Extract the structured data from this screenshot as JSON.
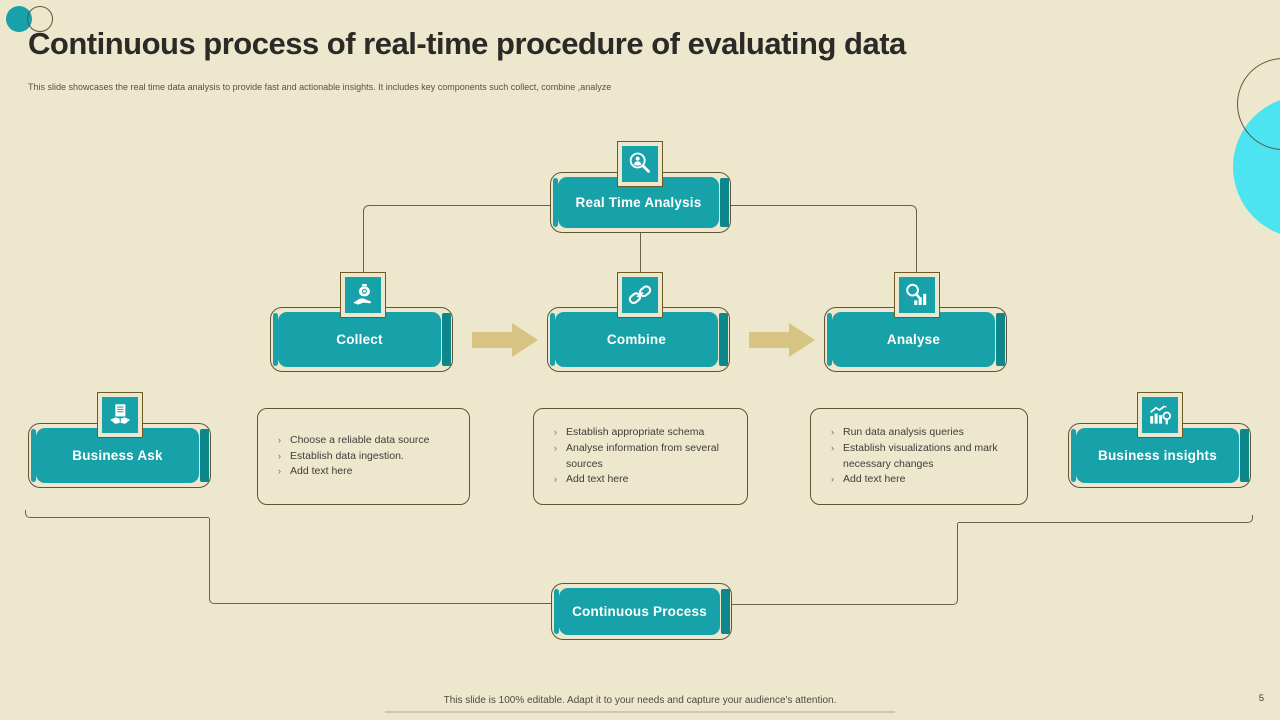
{
  "slide": {
    "title": "Continuous process of real-time procedure of evaluating data",
    "subtitle": "This slide showcases the real time data analysis to provide fast and actionable insights. It includes key components such collect, combine ,analyze",
    "footer": "This slide is 100% editable. Adapt it to your needs and capture your audience's attention.",
    "page_number": "5"
  },
  "bullet_char": "›",
  "colors": {
    "background": "#EDE7CE",
    "teal": "#16A2A8",
    "teal_shadow": "#0D868C",
    "decorative_cyan": "#4BE4F0",
    "outline_brown": "#5E5638",
    "arrow_khaki": "#D7C482"
  },
  "nodes": {
    "real_time_analysis": {
      "label": "Real Time Analysis",
      "icon": "user-search-icon"
    },
    "collect": {
      "label": "Collect",
      "icon": "hand-money-bag-icon"
    },
    "combine": {
      "label": "Combine",
      "icon": "chain-link-icon"
    },
    "analyse": {
      "label": "Analyse",
      "icon": "magnifier-bar-chart-icon"
    },
    "business_ask": {
      "label": "Business Ask",
      "icon": "document-handshake-icon"
    },
    "business_insights": {
      "label": "Business insights",
      "icon": "chart-magnifier-icon"
    },
    "continuous_process": {
      "label": "Continuous Process"
    }
  },
  "detail_boxes": [
    {
      "bullets": [
        "Choose a reliable data source",
        "Establish data ingestion.",
        "Add text here"
      ]
    },
    {
      "bullets": [
        "Establish appropriate schema",
        "Analyse information from several sources",
        "Add text here"
      ]
    },
    {
      "bullets": [
        "Run data analysis queries",
        "Establish visualizations and mark necessary changes",
        "Add text here"
      ]
    }
  ]
}
